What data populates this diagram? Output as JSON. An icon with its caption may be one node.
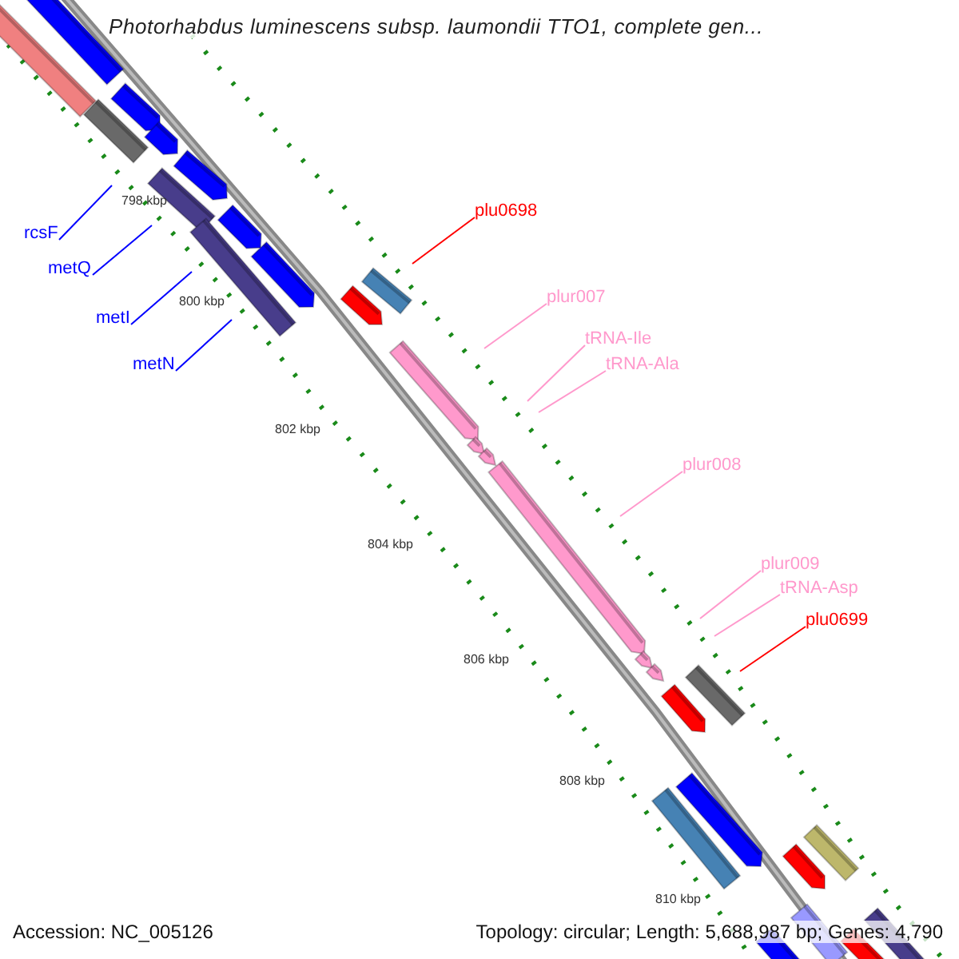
{
  "diagram": {
    "title": "Photorhabdus luminescens subsp. laumondii TTO1, complete gen...",
    "nodes": [
      {
        "text": [
          "rcsF"
        ]
      },
      {
        "text": [
          "metQ"
        ]
      },
      {
        "text": [
          "metI"
        ]
      },
      {
        "text": [
          "metN"
        ]
      },
      {
        "text": [
          "plu0698"
        ]
      },
      {
        "text": [
          "plur007"
        ]
      },
      {
        "text": [
          "tRNA-Ile"
        ]
      },
      {
        "text": [
          "tRNA-Ala"
        ]
      },
      {
        "text": [
          "plur008"
        ]
      },
      {
        "text": [
          "plur009"
        ]
      },
      {
        "text": [
          "tRNA-Asp"
        ]
      },
      {
        "text": [
          "plu0699"
        ]
      }
    ],
    "edges": [
      {
        "from": 0,
        "to": null,
        "arrow": "none",
        "color": "#0000ff"
      },
      {
        "from": 1,
        "to": null,
        "arrow": "none",
        "color": "#0000ff"
      },
      {
        "from": 2,
        "to": null,
        "arrow": "none",
        "color": "#0000ff"
      },
      {
        "from": 3,
        "to": null,
        "arrow": "none",
        "color": "#0000ff"
      },
      {
        "from": 4,
        "to": null,
        "arrow": "none",
        "color": "#ff0000"
      },
      {
        "from": 5,
        "to": null,
        "arrow": "none"
      },
      {
        "from": 6,
        "to": null,
        "arrow": "none"
      },
      {
        "from": 7,
        "to": null,
        "arrow": "none"
      },
      {
        "from": 8,
        "to": null,
        "arrow": "none"
      },
      {
        "from": 9,
        "to": null,
        "arrow": "none"
      },
      {
        "from": 10,
        "to": null,
        "arrow": "none"
      },
      {
        "from": 11,
        "to": null,
        "arrow": "none",
        "color": "#ff0000"
      }
    ],
    "labels": [
      "798 kbp",
      "800 kbp",
      "802 kbp",
      "804 kbp",
      "806 kbp",
      "808 kbp",
      "810 kbp",
      "Accession: NC_005126",
      "Topology: circular; Length: 5,688,987 bp; Genes: 4,790"
    ]
  }
}
